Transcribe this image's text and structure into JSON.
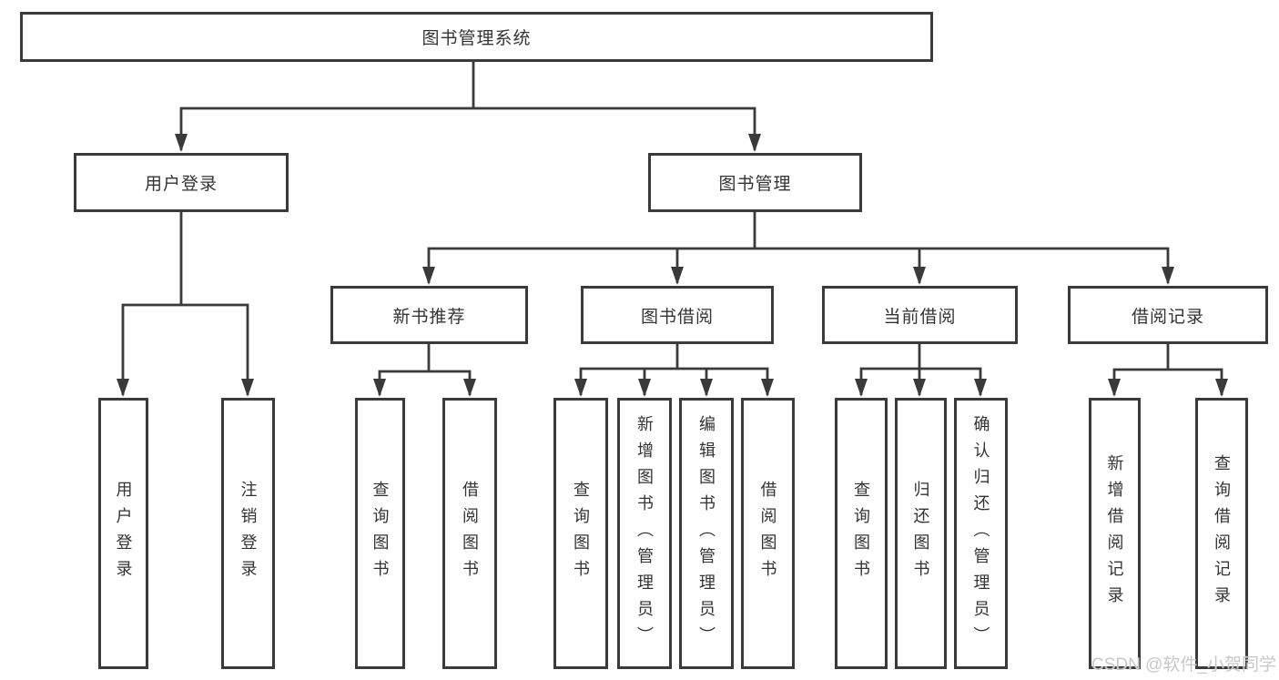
{
  "diagram": {
    "root": {
      "label": "图书管理系统"
    },
    "user_login": {
      "label": "用户登录",
      "children": [
        "用户登录",
        "注销登录"
      ]
    },
    "book_mgmt": {
      "label": "图书管理",
      "modules": {
        "new_book": {
          "label": "新书推荐",
          "children": [
            "查询图书",
            "借阅图书"
          ]
        },
        "borrow": {
          "label": "图书借阅",
          "children": [
            "查询图书",
            "新增图书（管理员）",
            "编辑图书（管理员）",
            "借阅图书"
          ]
        },
        "current": {
          "label": "当前借阅",
          "children": [
            "查询图书",
            "归还图书",
            "确认归还（管理员）"
          ]
        },
        "records": {
          "label": "借阅记录",
          "children": [
            "新增借阅记录",
            "查询借阅记录"
          ]
        }
      }
    },
    "watermark": "CSDN @软件_小贺同学",
    "colors": {
      "line": "#3a3a3a",
      "text": "#333333",
      "watermark": "#c8c8c8",
      "background": "#ffffff"
    }
  }
}
